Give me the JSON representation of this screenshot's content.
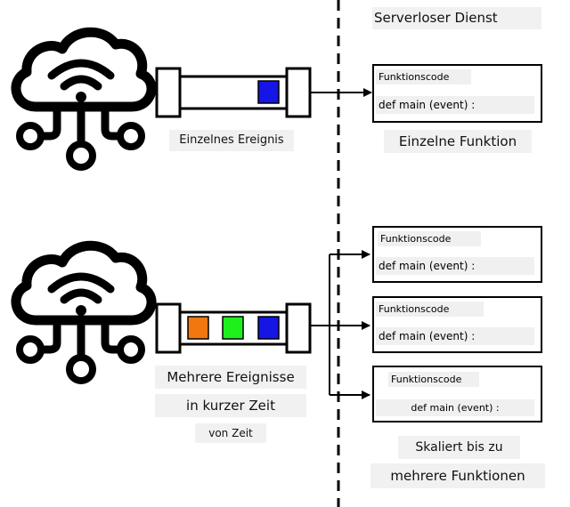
{
  "service_title": "Serverloser Dienst",
  "top": {
    "event_label": "Einzelnes Ereignis",
    "function_label": "Einzelne Funktion",
    "function_box": {
      "code_label": "Funktionscode",
      "def_label": "def main (event) :"
    },
    "event_colors": [
      "#1515e6"
    ]
  },
  "bottom": {
    "event_label_lines": [
      "Mehrere Ereignisse",
      "in kurzer Zeit",
      "von Zeit"
    ],
    "function_label_lines": [
      "Skaliert bis zu",
      "mehrere Funktionen"
    ],
    "function_boxes": [
      {
        "code_label": "Funktionscode",
        "def_label": "def main (event) :"
      },
      {
        "code_label": "Funktionscode",
        "def_label": "def main (event) :"
      },
      {
        "code_label": "Funktionscode",
        "def_label": "def main (event) :"
      }
    ],
    "event_colors": [
      "#f0780f",
      "#1ef01e",
      "#1515e6"
    ]
  },
  "icons": [
    "cloud-network-icon",
    "cloud-network-icon"
  ]
}
